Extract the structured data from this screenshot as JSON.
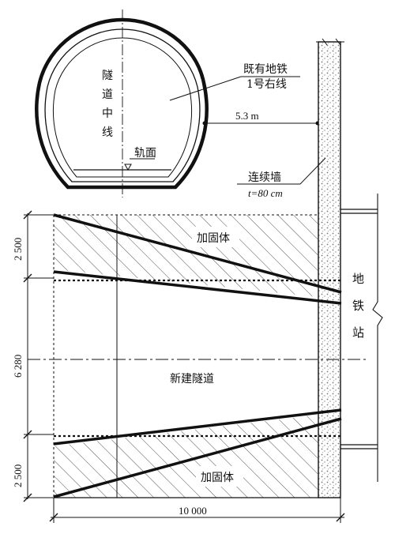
{
  "labels": {
    "tunnel_centerline": [
      "隧",
      "道",
      "中",
      "线"
    ],
    "rail_surface": "轨面",
    "existing_metro_line1": "既有地铁",
    "existing_metro_line2": "1号右线",
    "clearance": "5.3 m",
    "wall_name": "连续墙",
    "wall_thickness": "t=80 cm",
    "reinforced_top": "加固体",
    "reinforced_bottom": "加固体",
    "new_tunnel": "新建隧道",
    "metro_station": [
      "地",
      "铁",
      "站"
    ]
  },
  "dimensions": {
    "upper_zone": "2 500",
    "middle_zone": "6 280",
    "lower_zone": "2 500",
    "total_width": "10 000"
  },
  "colors": {
    "ink": "#111111",
    "hatch": "#555555",
    "concrete": "#9a9a9a"
  }
}
